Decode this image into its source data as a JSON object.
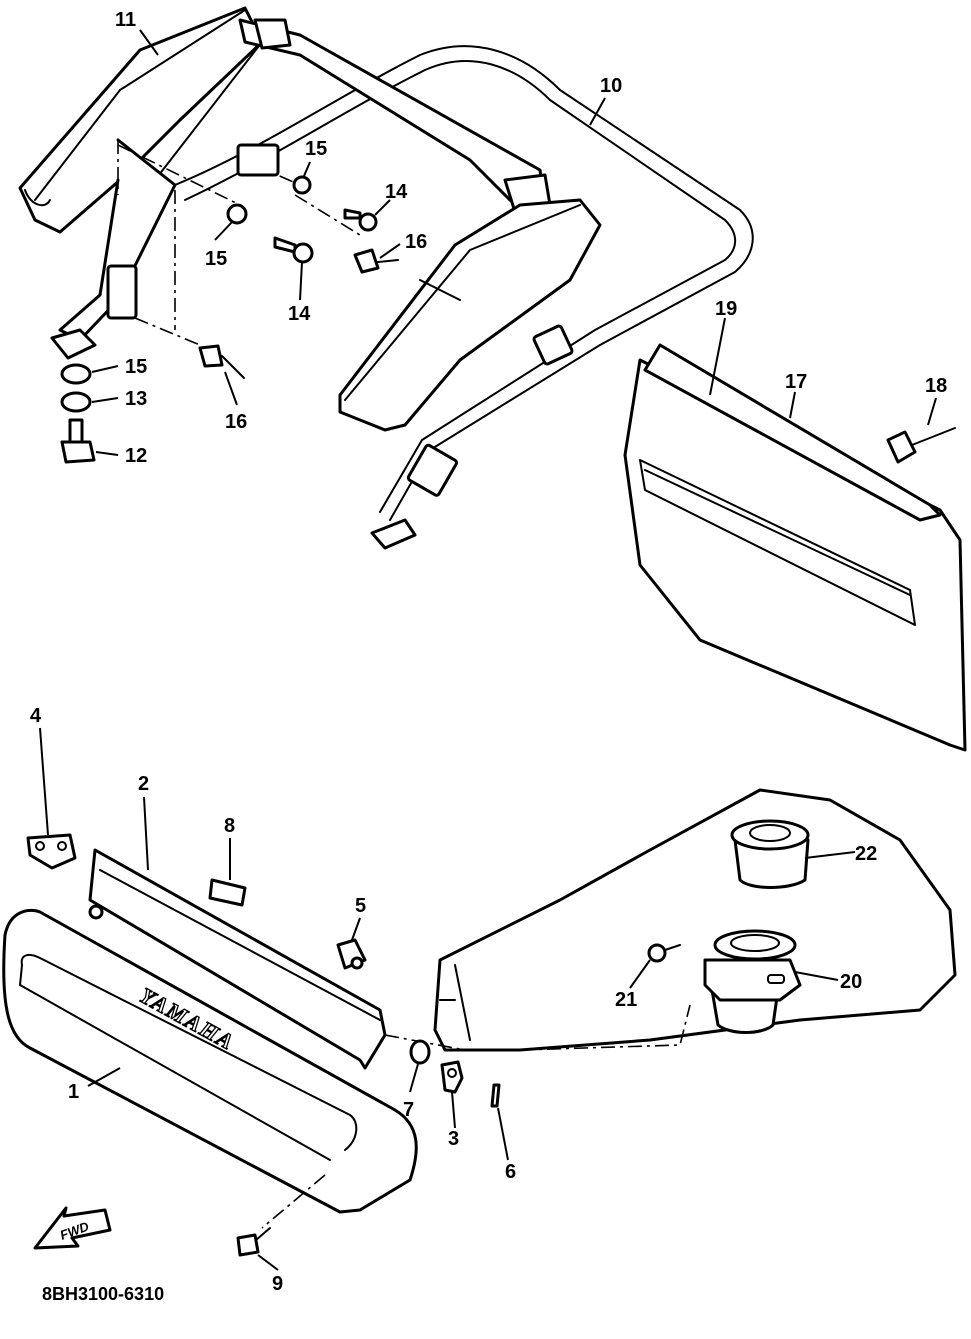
{
  "diagram": {
    "part_code": "8BH3100-6310",
    "brand_mark": "YAMAHA",
    "fwd_label": "FWD",
    "callouts": {
      "c1": "1",
      "c2": "2",
      "c3": "3",
      "c4": "4",
      "c5": "5",
      "c6": "6",
      "c7": "7",
      "c8": "8",
      "c9": "9",
      "c10": "10",
      "c11": "11",
      "c12": "12",
      "c13": "13",
      "c14a": "14",
      "c14b": "14",
      "c15a": "15",
      "c15b": "15",
      "c15c": "15",
      "c16a": "16",
      "c16b": "16",
      "c17": "17",
      "c18": "18",
      "c19": "19",
      "c20": "20",
      "c21": "21",
      "c22": "22"
    }
  }
}
